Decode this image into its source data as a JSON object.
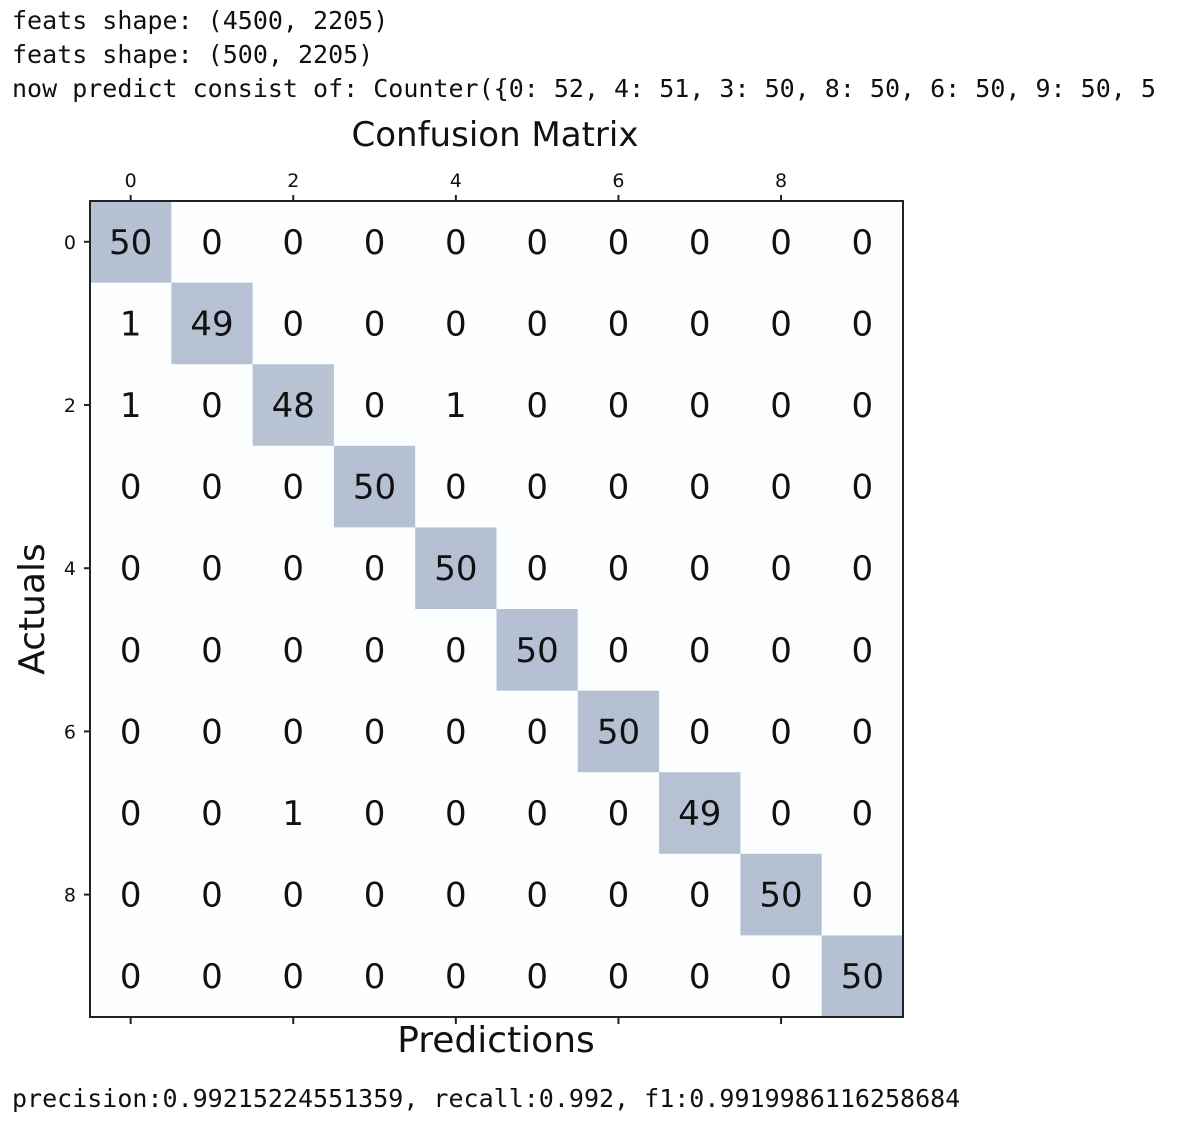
{
  "console": {
    "line1": "feats shape: (4500, 2205)",
    "line2": "feats shape: (500, 2205)",
    "line3": "now predict consist of: Counter({0: 52, 4: 51, 3: 50, 8: 50, 6: 50, 9: 50, 5",
    "footer": "precision:0.99215224551359, recall:0.992, f1:0.9919986116258684"
  },
  "chart_data": {
    "type": "heatmap",
    "title": "Confusion Matrix",
    "xlabel": "Predictions",
    "ylabel": "Actuals",
    "x_ticks": [
      "0",
      "2",
      "4",
      "6",
      "8"
    ],
    "y_ticks": [
      "0",
      "2",
      "4",
      "6",
      "8"
    ],
    "categories": [
      "0",
      "1",
      "2",
      "3",
      "4",
      "5",
      "6",
      "7",
      "8",
      "9"
    ],
    "matrix": [
      [
        50,
        0,
        0,
        0,
        0,
        0,
        0,
        0,
        0,
        0
      ],
      [
        1,
        49,
        0,
        0,
        0,
        0,
        0,
        0,
        0,
        0
      ],
      [
        1,
        0,
        48,
        0,
        1,
        0,
        0,
        0,
        0,
        0
      ],
      [
        0,
        0,
        0,
        50,
        0,
        0,
        0,
        0,
        0,
        0
      ],
      [
        0,
        0,
        0,
        0,
        50,
        0,
        0,
        0,
        0,
        0
      ],
      [
        0,
        0,
        0,
        0,
        0,
        50,
        0,
        0,
        0,
        0
      ],
      [
        0,
        0,
        0,
        0,
        0,
        0,
        50,
        0,
        0,
        0
      ],
      [
        0,
        0,
        1,
        0,
        0,
        0,
        0,
        49,
        0,
        0
      ],
      [
        0,
        0,
        0,
        0,
        0,
        0,
        0,
        0,
        50,
        0
      ],
      [
        0,
        0,
        0,
        0,
        0,
        0,
        0,
        0,
        0,
        50
      ]
    ],
    "vmin": 0,
    "vmax": 50,
    "colormap": "Blues",
    "alpha": 0.3,
    "grid": false,
    "x_ticks_position": "top"
  }
}
